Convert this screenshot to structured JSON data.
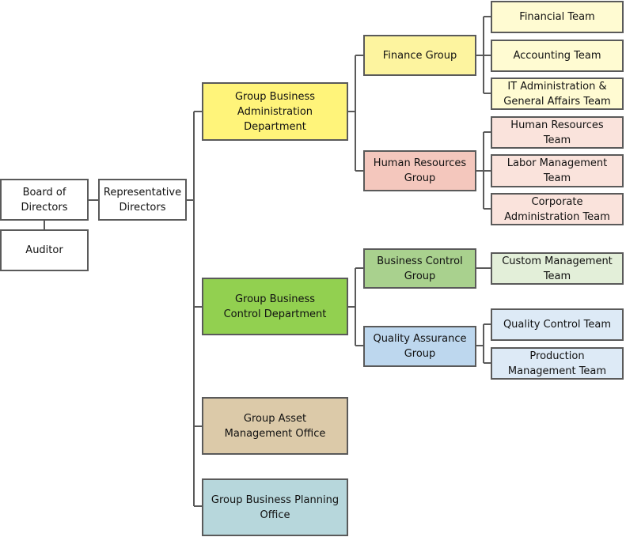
{
  "colors": {
    "line": "#5a5a5a",
    "white": "#ffffff",
    "admin_dept": "#fff47a",
    "finance_group": "#fdf49f",
    "finance_team": "#fffbd2",
    "hr_group": "#f4c7bd",
    "hr_team": "#fae3dc",
    "control_dept": "#92d050",
    "business_control_group": "#a9d18e",
    "business_control_team": "#e3efd9",
    "qa_group": "#bdd7ee",
    "qa_team": "#ddeaf6",
    "asset_office": "#dccaa9",
    "planning_office": "#b7d7dc"
  },
  "nodes": {
    "board": "Board of Directors",
    "auditor": "Auditor",
    "representative": "Representative Directors",
    "admin_dept": "Group Business Administration Department",
    "control_dept": "Group Business Control Department",
    "asset_office": "Group Asset Management Office",
    "planning_office": "Group Business Planning Office",
    "finance_group": "Finance Group",
    "hr_group": "Human Resources Group",
    "business_control_group": "Business Control Group",
    "qa_group": "Quality Assurance Group",
    "financial_team": "Financial Team",
    "accounting_team": "Accounting Team",
    "it_team": "IT Administration & General Affairs Team",
    "hr_team": "Human Resources Team",
    "labor_team": "Labor Management Team",
    "corporate_team": "Corporate Administration Team",
    "custom_team": "Custom Management Team",
    "qc_team": "Quality Control Team",
    "production_team": "Production Management Team"
  }
}
